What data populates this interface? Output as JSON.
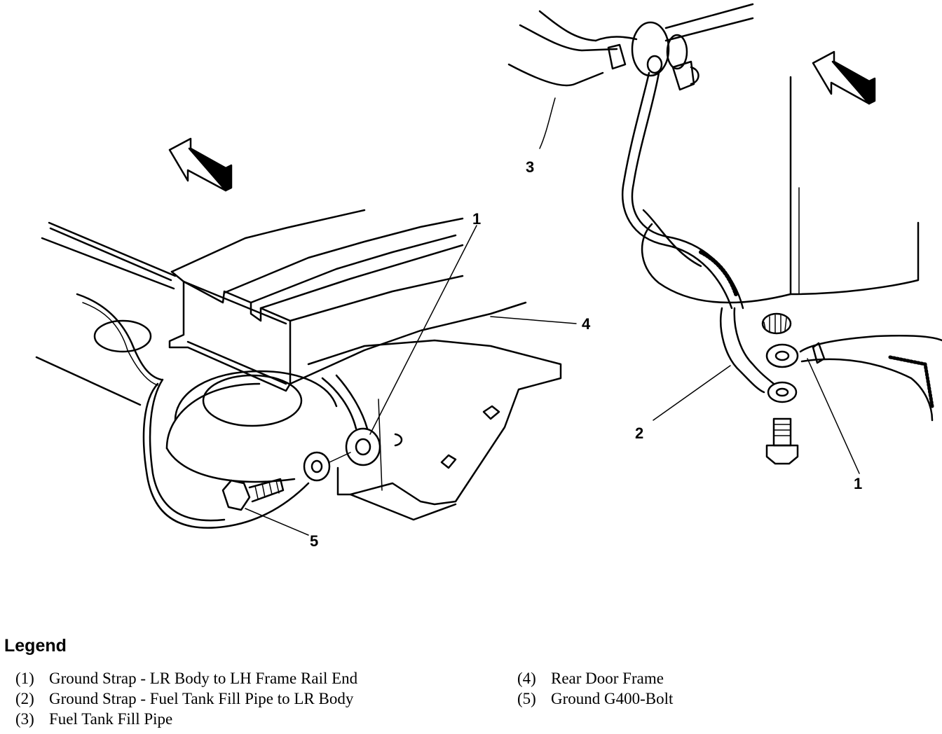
{
  "callouts": {
    "left_1": "1",
    "left_4": "4",
    "left_5": "5",
    "right_1": "1",
    "right_2": "2",
    "right_3": "3"
  },
  "legend": {
    "title": "Legend",
    "left_items": [
      {
        "num": "(1)",
        "label": "Ground Strap - LR Body to LH Frame Rail End"
      },
      {
        "num": "(2)",
        "label": "Ground Strap - Fuel Tank Fill Pipe to LR Body"
      },
      {
        "num": "(3)",
        "label": "Fuel Tank Fill Pipe"
      }
    ],
    "right_items": [
      {
        "num": "(4)",
        "label": "Rear Door Frame"
      },
      {
        "num": "(5)",
        "label": "Ground G400-Bolt"
      }
    ]
  }
}
